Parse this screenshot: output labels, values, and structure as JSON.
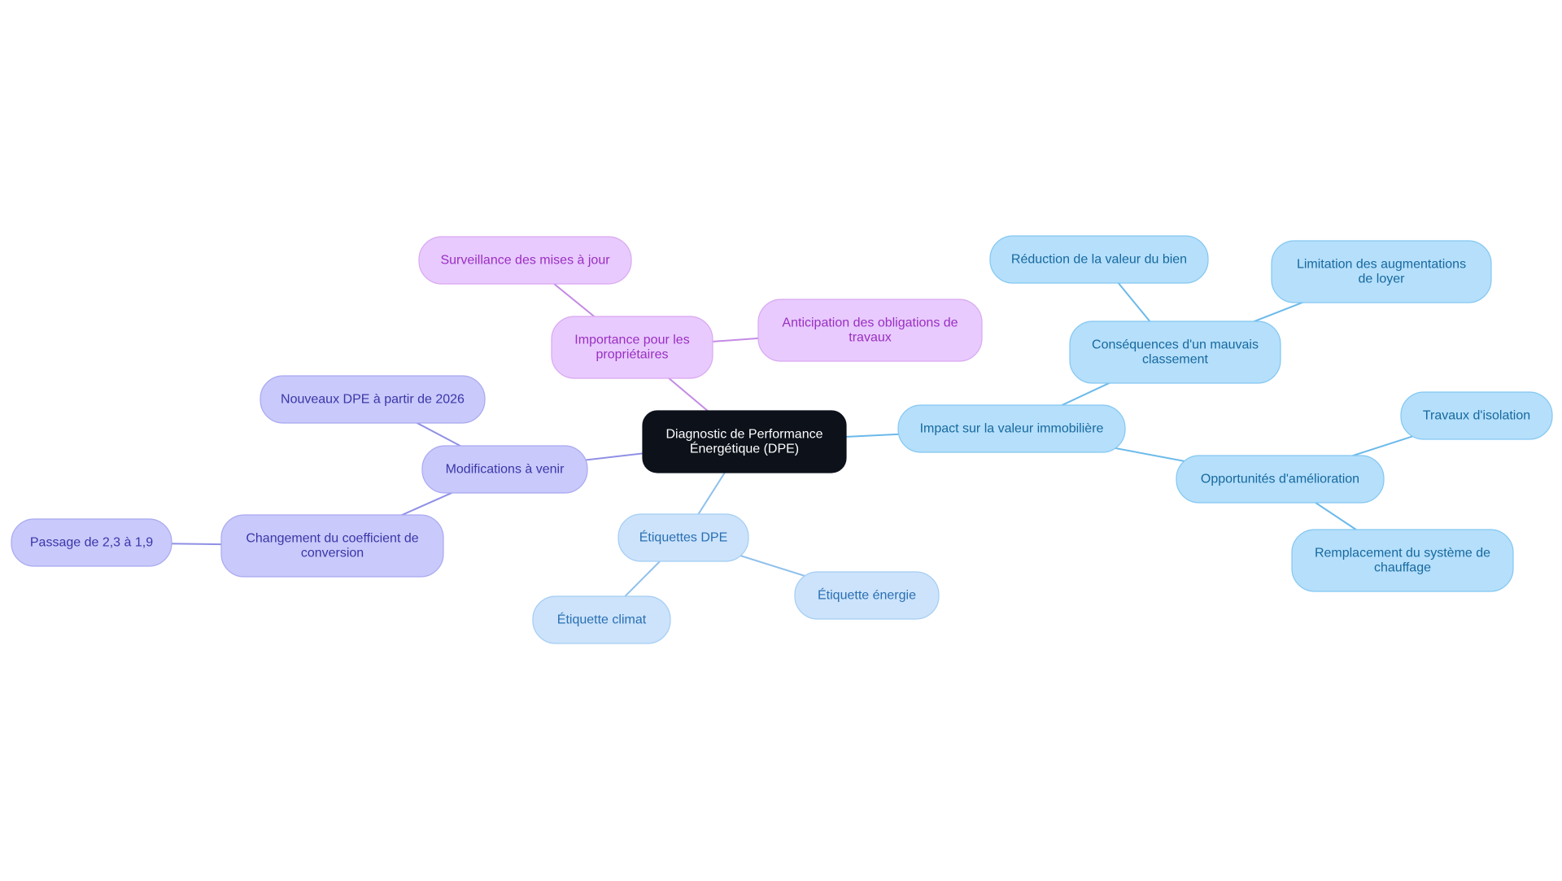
{
  "colors": {
    "root": {
      "fill": "#0c111a",
      "stroke": "#0c111a",
      "text": "#ffffff"
    },
    "pink": {
      "fill": "#e8caff",
      "stroke": "#d9a8f0",
      "text": "#9a2fc0",
      "line": "#c48ae6"
    },
    "indigo": {
      "fill": "#c9c9fb",
      "stroke": "#a9a9f1",
      "text": "#3a36a8",
      "line": "#8f8fe6"
    },
    "lightblue": {
      "fill": "#cce3fb",
      "stroke": "#a4cdf3",
      "text": "#2a6fb3",
      "line": "#8fc0ec"
    },
    "skyblue": {
      "fill": "#b5dffb",
      "stroke": "#84c7f1",
      "text": "#17699f",
      "line": "#6ab9ea"
    }
  },
  "nodes": [
    {
      "id": "root",
      "lines": [
        "Diagnostic de Performance",
        "Énergétique (DPE)"
      ],
      "theme": "root"
    },
    {
      "id": "importance",
      "lines": [
        "Importance pour les",
        "propriétaires"
      ],
      "theme": "pink"
    },
    {
      "id": "surveillance",
      "lines": [
        "Surveillance des mises à jour"
      ],
      "theme": "pink"
    },
    {
      "id": "anticipation",
      "lines": [
        "Anticipation des obligations de",
        "travaux"
      ],
      "theme": "pink"
    },
    {
      "id": "modifications",
      "lines": [
        "Modifications à venir"
      ],
      "theme": "indigo"
    },
    {
      "id": "nouveaux",
      "lines": [
        "Nouveaux DPE à partir de 2026"
      ],
      "theme": "indigo"
    },
    {
      "id": "changement",
      "lines": [
        "Changement du coefficient de",
        "conversion"
      ],
      "theme": "indigo"
    },
    {
      "id": "passage",
      "lines": [
        "Passage de 2,3 à 1,9"
      ],
      "theme": "indigo"
    },
    {
      "id": "etiquettes",
      "lines": [
        "Étiquettes DPE"
      ],
      "theme": "lightblue"
    },
    {
      "id": "climat",
      "lines": [
        "Étiquette climat"
      ],
      "theme": "lightblue"
    },
    {
      "id": "energie",
      "lines": [
        "Étiquette énergie"
      ],
      "theme": "lightblue"
    },
    {
      "id": "impact",
      "lines": [
        "Impact sur la valeur immobilière"
      ],
      "theme": "skyblue"
    },
    {
      "id": "consequences",
      "lines": [
        "Conséquences d'un mauvais",
        "classement"
      ],
      "theme": "skyblue"
    },
    {
      "id": "reduction",
      "lines": [
        "Réduction de la valeur du bien"
      ],
      "theme": "skyblue"
    },
    {
      "id": "limitation",
      "lines": [
        "Limitation des augmentations",
        "de loyer"
      ],
      "theme": "skyblue"
    },
    {
      "id": "opportunites",
      "lines": [
        "Opportunités d'amélioration"
      ],
      "theme": "skyblue"
    },
    {
      "id": "isolation",
      "lines": [
        "Travaux d'isolation"
      ],
      "theme": "skyblue"
    },
    {
      "id": "remplacement",
      "lines": [
        "Remplacement du système de",
        "chauffage"
      ],
      "theme": "skyblue"
    }
  ],
  "edges": [
    {
      "from": "root",
      "to": "importance",
      "theme": "pink"
    },
    {
      "from": "importance",
      "to": "surveillance",
      "theme": "pink"
    },
    {
      "from": "importance",
      "to": "anticipation",
      "theme": "pink"
    },
    {
      "from": "root",
      "to": "modifications",
      "theme": "indigo"
    },
    {
      "from": "modifications",
      "to": "nouveaux",
      "theme": "indigo"
    },
    {
      "from": "modifications",
      "to": "changement",
      "theme": "indigo"
    },
    {
      "from": "changement",
      "to": "passage",
      "theme": "indigo"
    },
    {
      "from": "root",
      "to": "etiquettes",
      "theme": "lightblue"
    },
    {
      "from": "etiquettes",
      "to": "climat",
      "theme": "lightblue"
    },
    {
      "from": "etiquettes",
      "to": "energie",
      "theme": "lightblue"
    },
    {
      "from": "root",
      "to": "impact",
      "theme": "skyblue"
    },
    {
      "from": "impact",
      "to": "consequences",
      "theme": "skyblue"
    },
    {
      "from": "consequences",
      "to": "reduction",
      "theme": "skyblue"
    },
    {
      "from": "consequences",
      "to": "limitation",
      "theme": "skyblue"
    },
    {
      "from": "impact",
      "to": "opportunites",
      "theme": "skyblue"
    },
    {
      "from": "opportunites",
      "to": "isolation",
      "theme": "skyblue"
    },
    {
      "from": "opportunites",
      "to": "remplacement",
      "theme": "skyblue"
    }
  ]
}
